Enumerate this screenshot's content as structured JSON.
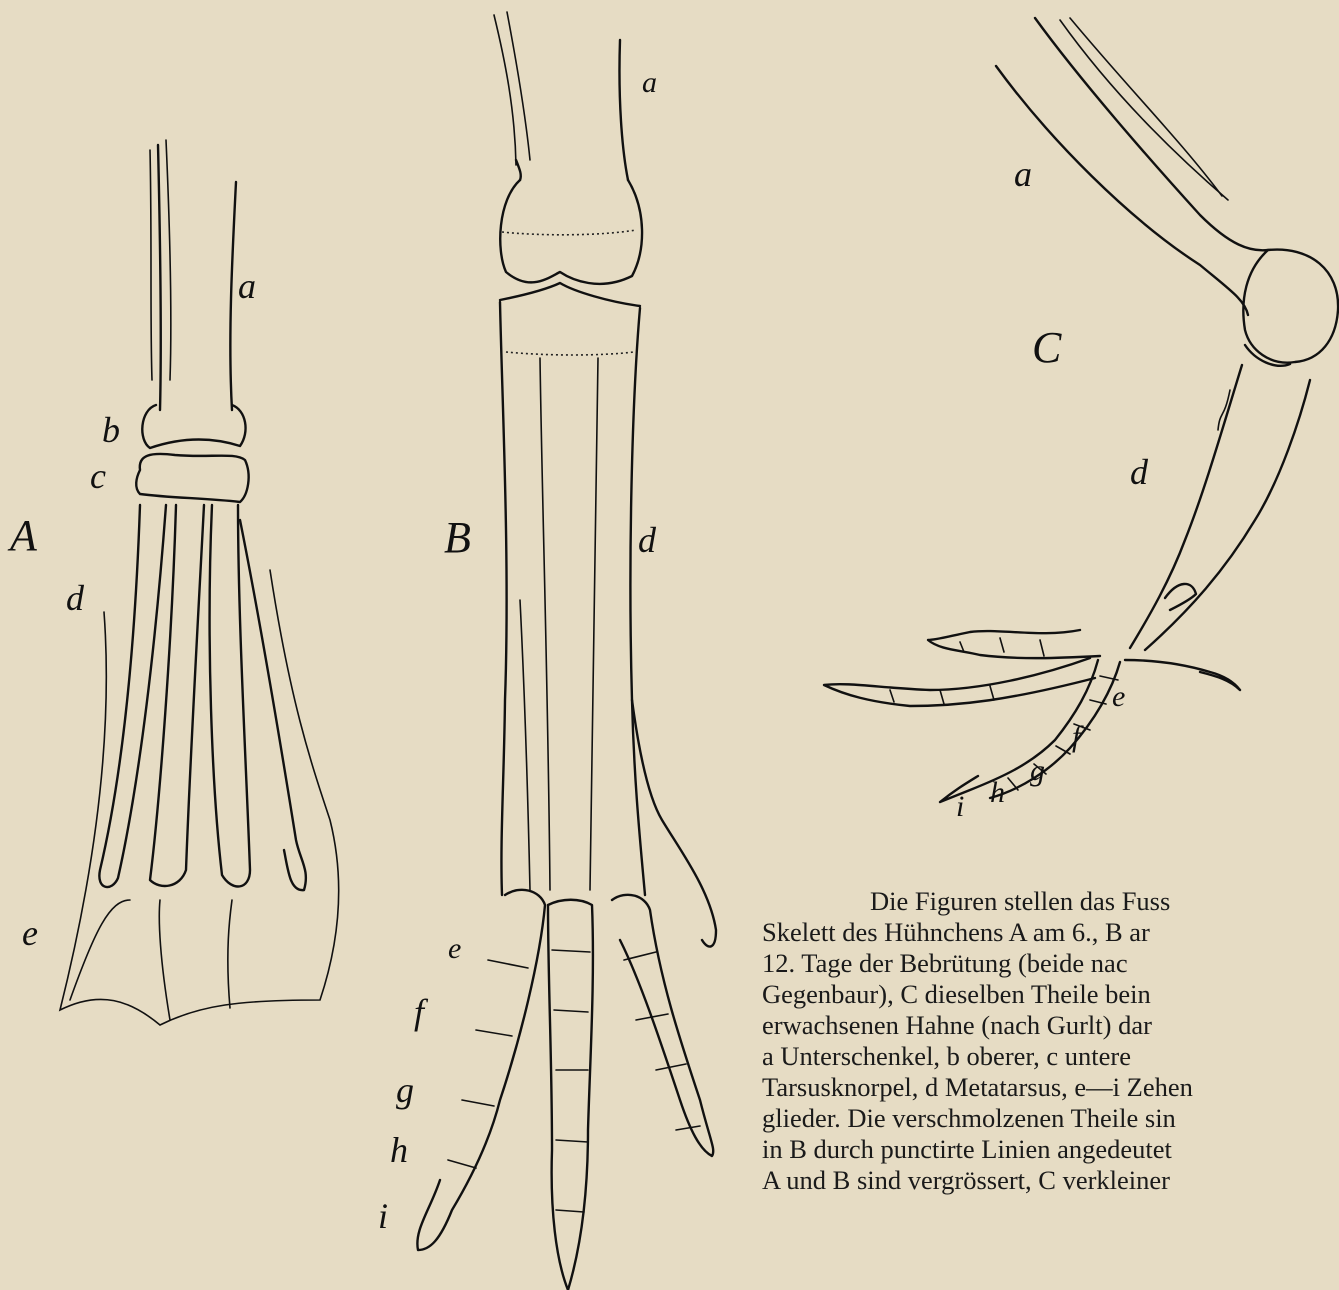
{
  "figure_labels": {
    "A": "A",
    "B": "B",
    "C": "C"
  },
  "part_labels_A": {
    "a": "a",
    "b": "b",
    "c": "c",
    "d": "d",
    "e": "e"
  },
  "part_labels_B": {
    "a": "a",
    "d": "d",
    "e": "e",
    "f": "f",
    "g": "g",
    "h": "h",
    "i": "i"
  },
  "part_labels_C": {
    "a": "a",
    "d": "d",
    "e": "e",
    "f": "f",
    "g": "g",
    "h": "h",
    "i": "i"
  },
  "caption_lines": [
    "Die Figuren stellen das Fuss",
    "Skelett des Hühnchens A am 6., B ar",
    "12. Tage der Bebrütung (beide nac",
    "Gegenbaur), C dieselben Theile bein",
    "erwachsenen Hahne (nach Gurlt) dar",
    "a Unterschenkel, b oberer, c untere",
    "Tarsusknorpel, d Metatarsus, e—i Zehen",
    "glieder. Die verschmolzenen Theile sin",
    "in B durch punctirte Linien angedeutet",
    "A und B sind vergrössert, C verkleiner"
  ]
}
